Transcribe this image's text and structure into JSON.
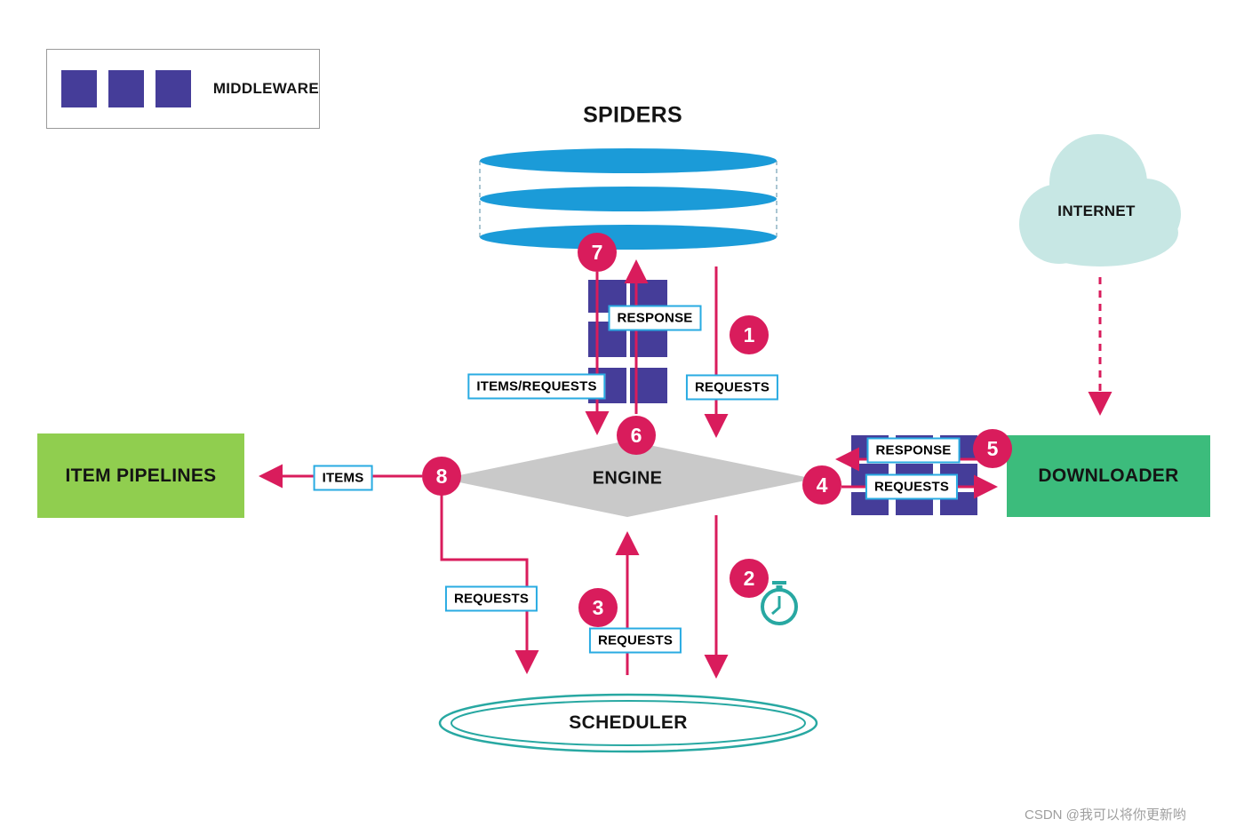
{
  "legend": {
    "label": "MIDDLEWARE"
  },
  "nodes": {
    "spiders": {
      "label": "SPIDERS"
    },
    "internet": {
      "label": "INTERNET"
    },
    "engine": {
      "label": "ENGINE"
    },
    "item_pipelines": {
      "label": "ITEM PIPELINES"
    },
    "downloader": {
      "label": "DOWNLOADER"
    },
    "scheduler": {
      "label": "SCHEDULER"
    }
  },
  "flow_labels": {
    "spider_response": "RESPONSE",
    "spider_items_requests": "ITEMS/REQUESTS",
    "spider_requests": "REQUESTS",
    "items_to_pipelines": "ITEMS",
    "downloader_response": "RESPONSE",
    "downloader_requests": "REQUESTS",
    "engine_to_scheduler_requests": "REQUESTS",
    "scheduler_to_engine_requests": "REQUESTS"
  },
  "steps": [
    "1",
    "2",
    "3",
    "4",
    "5",
    "6",
    "7",
    "8"
  ],
  "colors": {
    "arrow_pink": "#D91C5C",
    "spider_blue": "#1B9BD8",
    "middleware_purple": "#453D99",
    "label_border_blue": "#29ABE2",
    "pipelines_green": "#90CE4F",
    "downloader_green": "#3CBC7C",
    "scheduler_teal": "#28A8A2",
    "cloud_teal": "#C7E7E4",
    "engine_gray": "#C9C9C9"
  },
  "watermark": "CSDN @我可以将你更新哟"
}
